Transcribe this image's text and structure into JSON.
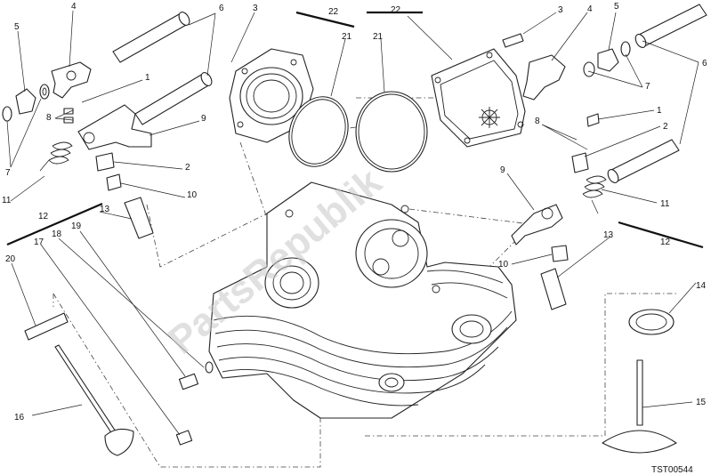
{
  "figure": {
    "watermark": "PartsRepublik",
    "drawing_code": "TST00544",
    "callouts": [
      {
        "id": "c-5-left",
        "text": "5"
      },
      {
        "id": "c-4-left",
        "text": "4"
      },
      {
        "id": "c-6-top",
        "text": "6"
      },
      {
        "id": "c-3-left",
        "text": "3"
      },
      {
        "id": "c-22-left",
        "text": "22"
      },
      {
        "id": "c-21-left",
        "text": "21"
      },
      {
        "id": "c-21-right",
        "text": "21"
      },
      {
        "id": "c-22-right",
        "text": "22"
      },
      {
        "id": "c-3-right",
        "text": "3"
      },
      {
        "id": "c-4-right",
        "text": "4"
      },
      {
        "id": "c-5-right",
        "text": "5"
      },
      {
        "id": "c-6-right",
        "text": "6"
      },
      {
        "id": "c-1-left",
        "text": "1"
      },
      {
        "id": "c-8-left",
        "text": "8"
      },
      {
        "id": "c-9-left",
        "text": "9"
      },
      {
        "id": "c-7-left",
        "text": "7"
      },
      {
        "id": "c-2-left",
        "text": "2"
      },
      {
        "id": "c-10-left",
        "text": "10"
      },
      {
        "id": "c-11-left",
        "text": "11"
      },
      {
        "id": "c-13-left",
        "text": "13"
      },
      {
        "id": "c-12-left",
        "text": "12"
      },
      {
        "id": "c-19",
        "text": "19"
      },
      {
        "id": "c-18",
        "text": "18"
      },
      {
        "id": "c-17",
        "text": "17"
      },
      {
        "id": "c-20",
        "text": "20"
      },
      {
        "id": "c-16",
        "text": "16"
      },
      {
        "id": "c-7-right",
        "text": "7"
      },
      {
        "id": "c-1-right",
        "text": "1"
      },
      {
        "id": "c-8-right",
        "text": "8"
      },
      {
        "id": "c-2-right",
        "text": "2"
      },
      {
        "id": "c-9-right",
        "text": "9"
      },
      {
        "id": "c-11-right",
        "text": "11"
      },
      {
        "id": "c-13-right",
        "text": "13"
      },
      {
        "id": "c-12-right",
        "text": "12"
      },
      {
        "id": "c-10-right",
        "text": "10"
      },
      {
        "id": "c-14",
        "text": "14"
      },
      {
        "id": "c-15",
        "text": "15"
      }
    ]
  }
}
